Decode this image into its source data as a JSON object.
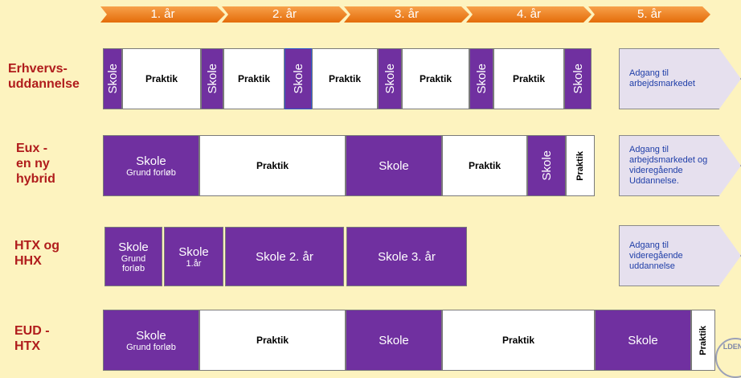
{
  "timeline": [
    "1. år",
    "2. år",
    "3. år",
    "4. år",
    "5. år"
  ],
  "rows": [
    {
      "label": "Erhvervs-\nuddannelse",
      "segments": [
        {
          "type": "skole",
          "text": "Skole"
        },
        {
          "type": "praktik",
          "text": "Praktik"
        },
        {
          "type": "skole",
          "text": "Skole"
        },
        {
          "type": "praktik",
          "text": "Praktik"
        },
        {
          "type": "skole",
          "text": "Skole"
        },
        {
          "type": "praktik",
          "text": "Praktik"
        },
        {
          "type": "skole",
          "text": "Skole"
        },
        {
          "type": "praktik",
          "text": "Praktik"
        },
        {
          "type": "skole",
          "text": "Skole"
        },
        {
          "type": "praktik",
          "text": "Praktik"
        },
        {
          "type": "skole",
          "text": "Skole"
        }
      ],
      "outcome": "Adgang til arbejdsmarkedet"
    },
    {
      "label": "Eux  -\nen ny\nhybrid",
      "segments": [
        {
          "type": "skole",
          "text": "Skole",
          "sub": "Grund forløb"
        },
        {
          "type": "praktik",
          "text": "Praktik"
        },
        {
          "type": "skole",
          "text": "Skole"
        },
        {
          "type": "praktik",
          "text": "Praktik"
        },
        {
          "type": "skole",
          "text": "Skole"
        },
        {
          "type": "praktik",
          "text": "Praktik"
        }
      ],
      "outcome": "Adgang til arbejdsmarkedet og videregående Uddannelse."
    },
    {
      "label": "HTX og\nHHX",
      "segments": [
        {
          "type": "skole",
          "text": "Skole",
          "sub": "Grund forløb"
        },
        {
          "type": "skole",
          "text": "Skole",
          "sub": "1.år"
        },
        {
          "type": "skole",
          "text": "Skole 2. år"
        },
        {
          "type": "skole",
          "text": "Skole 3. år"
        }
      ],
      "outcome": "Adgang til videregående uddannelse"
    },
    {
      "label": "EUD -\nHTX",
      "segments": [
        {
          "type": "skole",
          "text": "Skole",
          "sub": "Grund forløb"
        },
        {
          "type": "praktik",
          "text": "Praktik"
        },
        {
          "type": "skole",
          "text": "Skole"
        },
        {
          "type": "praktik",
          "text": "Praktik"
        },
        {
          "type": "skole",
          "text": "Skole"
        },
        {
          "type": "praktik",
          "text": "Praktik"
        }
      ]
    }
  ],
  "stamp_text": "LDENS"
}
